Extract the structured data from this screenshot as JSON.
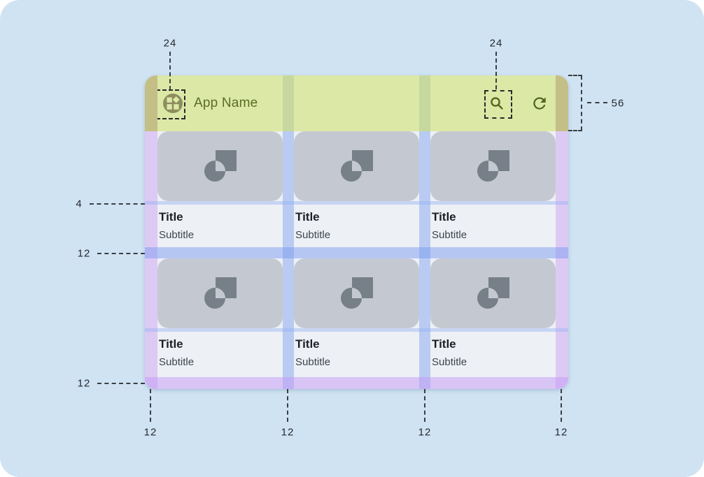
{
  "header": {
    "app_name": "App Name",
    "icons": {
      "logo": "apps-logo-icon",
      "search": "search-icon",
      "refresh": "refresh-icon"
    }
  },
  "cards": [
    {
      "title": "Title",
      "subtitle": "Subtitle",
      "image_icon": "image-placeholder-icon"
    },
    {
      "title": "Title",
      "subtitle": "Subtitle",
      "image_icon": "image-placeholder-icon"
    },
    {
      "title": "Title",
      "subtitle": "Subtitle",
      "image_icon": "image-placeholder-icon"
    },
    {
      "title": "Title",
      "subtitle": "Subtitle",
      "image_icon": "image-placeholder-icon"
    },
    {
      "title": "Title",
      "subtitle": "Subtitle",
      "image_icon": "image-placeholder-icon"
    },
    {
      "title": "Title",
      "subtitle": "Subtitle",
      "image_icon": "image-placeholder-icon"
    }
  ],
  "annotations": {
    "logo_icon_size": "24",
    "search_icon_size": "24",
    "appbar_height": "56",
    "image_text_gap": "4",
    "row_gutter": "12",
    "bottom_margin": "12",
    "column_markers": [
      "12",
      "12",
      "12",
      "12"
    ]
  },
  "colors": {
    "canvas_bg": "#d0e3f3",
    "appbar_green": "#dce8a6",
    "appbar_gutter_green": "#c6d89e",
    "appbar_margin_olive": "#c3bf86",
    "margin_purple": "#dccaf4",
    "gutter_blue": "#b9cbf2",
    "card_image_gray": "#c4c9d1",
    "card_icon_gray": "#778089",
    "title_area_bg": "#edf0f5",
    "accent_text_olive": "#5b6d24"
  }
}
